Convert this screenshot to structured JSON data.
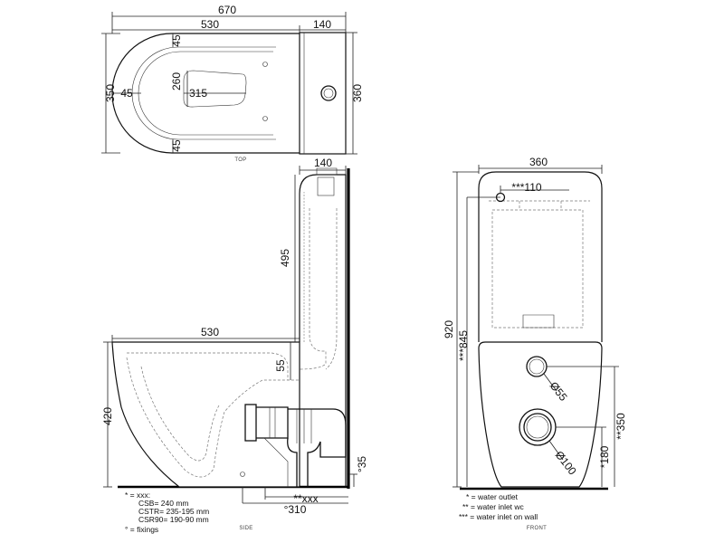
{
  "views": {
    "top": "TOP",
    "side": "SIDE",
    "front": "FRONT"
  },
  "top_dims": {
    "overall_length": "670",
    "bowl_length": "530",
    "tank_depth": "140",
    "bowl_width": "350",
    "tank_width": "360",
    "rim_top": "45",
    "rim_bottom": "45",
    "rim_left": "45",
    "opening_height": "260",
    "opening_length": "315"
  },
  "side_dims": {
    "tank_depth": "140",
    "tank_height": "495",
    "bowl_length": "530",
    "outlet_offset": "55",
    "bowl_height": "420",
    "outlet_floor_height": "°35",
    "outlet_distance": "**xxx",
    "fixing_distance": "°310"
  },
  "front_dims": {
    "tank_width": "360",
    "inlet_offset": "***110",
    "overall_height": "920",
    "inlet_height": "***845",
    "inlet_diameter": "Ø55",
    "outlet_diameter": "Ø100",
    "inlet_wc_height": "**350",
    "outlet_height": "*180"
  },
  "side_notes": [
    "* = xxx:",
    "CSB= 240 mm",
    "CSTR= 235-195 mm",
    "CSR90= 190-90 mm",
    "° = fixings"
  ],
  "front_notes": [
    "* = water outlet",
    "** = water inlet wc",
    "*** = water inlet on wall"
  ]
}
